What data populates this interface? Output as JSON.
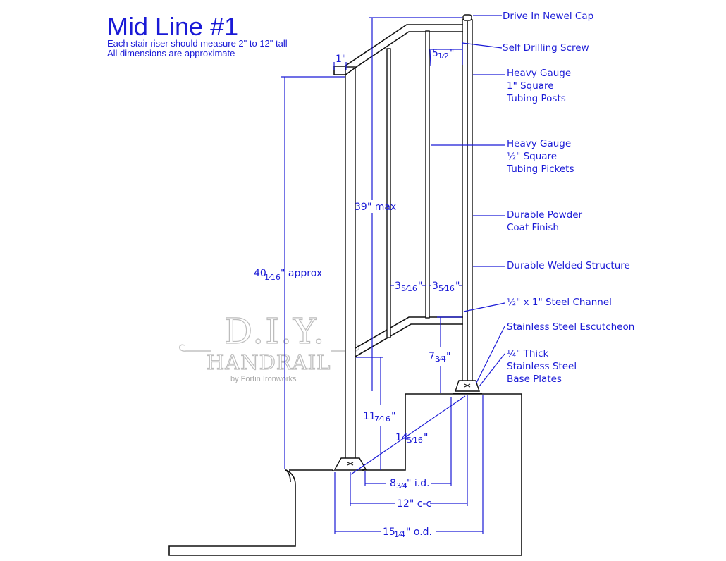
{
  "header": {
    "title": "Mid Line #1",
    "subtitle_1": "Each stair riser should measure 2\" to 12\" tall",
    "subtitle_2": "All dimensions are approximate"
  },
  "callouts": {
    "newel_cap": "Drive In Newel Cap",
    "screw": "Self Drilling Screw",
    "posts_1": "Heavy Gauge",
    "posts_2": "1\" Square",
    "posts_3": "Tubing Posts",
    "pickets_1": "Heavy Gauge",
    "pickets_2": "½\" Square",
    "pickets_3": "Tubing Pickets",
    "finish_1": "Durable Powder",
    "finish_2": "Coat Finish",
    "welded": "Durable Welded Structure",
    "channel": "½\" x 1\" Steel Channel",
    "escutcheon": "Stainless Steel Escutcheon",
    "plates_1": "¼\" Thick",
    "plates_2": "Stainless Steel",
    "plates_3": "Base Plates"
  },
  "dimensions": {
    "top_overhang": "1\"",
    "top_gap_whole": "5",
    "top_gap_frac": "1⁄2",
    "top_gap_unit": "\"",
    "height_whole": "40",
    "height_frac": "1⁄16",
    "height_unit": "\" approx",
    "max_height": "39\" max",
    "picket_gap_a_whole": "3",
    "picket_gap_a_frac": "5⁄16",
    "picket_gap_a_unit": "\"",
    "picket_gap_b_whole": "3",
    "picket_gap_b_frac": "5⁄16",
    "picket_gap_b_unit": "\"",
    "bottom_clear_whole": "7",
    "bottom_clear_frac": "3⁄4",
    "bottom_clear_unit": "\"",
    "lower_clear_whole": "11",
    "lower_clear_frac": "7⁄16",
    "lower_clear_unit": "\"",
    "diagonal_whole": "14",
    "diagonal_frac": "5⁄16",
    "diagonal_unit": "\"",
    "inside_whole": "8",
    "inside_frac": "3⁄4",
    "inside_unit": "\" i.d.",
    "center": "12\" c-c",
    "outside_whole": "15",
    "outside_frac": "1⁄4",
    "outside_unit": "\" o.d."
  },
  "watermark": {
    "line_1": "D.I.Y.",
    "line_2": "HANDRAIL",
    "line_3": "by Fortin Ironworks"
  },
  "colors": {
    "annotation": "#1a1ad6",
    "drawing": "#111111",
    "watermark": "#bdbdbd"
  }
}
